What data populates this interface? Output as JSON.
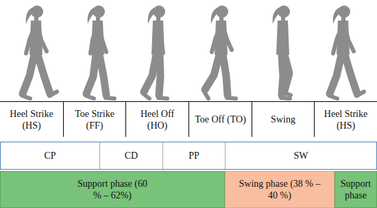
{
  "diagram": {
    "nodes": [
      {
        "text": [
          "Heel Strike (HS)"
        ]
      },
      {
        "text": [
          "Toe Strike (FF)"
        ]
      },
      {
        "text": [
          "Heel Off (HO)"
        ]
      },
      {
        "text": [
          "Toe Off (TO)"
        ]
      },
      {
        "text": [
          "Swing"
        ]
      },
      {
        "text": [
          "Heel Strike (HS)"
        ]
      },
      {
        "text": [
          "CP"
        ]
      },
      {
        "text": [
          "CD"
        ]
      },
      {
        "text": [
          "PP"
        ]
      },
      {
        "text": [
          "SW"
        ]
      },
      {
        "text": [
          "Support phase (60 % – 62%)"
        ]
      },
      {
        "text": [
          "Swing phase (38 % – 40 %)"
        ]
      },
      {
        "text": [
          "Support phase"
        ]
      }
    ]
  }
}
